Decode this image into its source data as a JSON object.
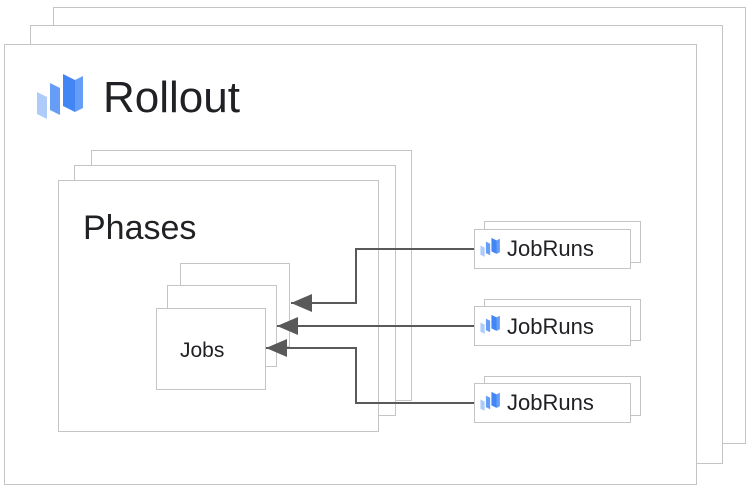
{
  "rollout": {
    "title": "Rollout",
    "icon": "deploy-stack-icon"
  },
  "phases": {
    "label": "Phases"
  },
  "jobs": {
    "label": "Jobs"
  },
  "jobruns": [
    {
      "label": "JobRuns",
      "icon": "deploy-stack-icon"
    },
    {
      "label": "JobRuns",
      "icon": "deploy-stack-icon"
    },
    {
      "label": "JobRuns",
      "icon": "deploy-stack-icon"
    }
  ],
  "colors": {
    "icon_dark": "#4285f4",
    "icon_mid": "#669df6",
    "icon_light": "#aecbfa",
    "border": "#c4c4c4",
    "arrow": "#595959"
  }
}
